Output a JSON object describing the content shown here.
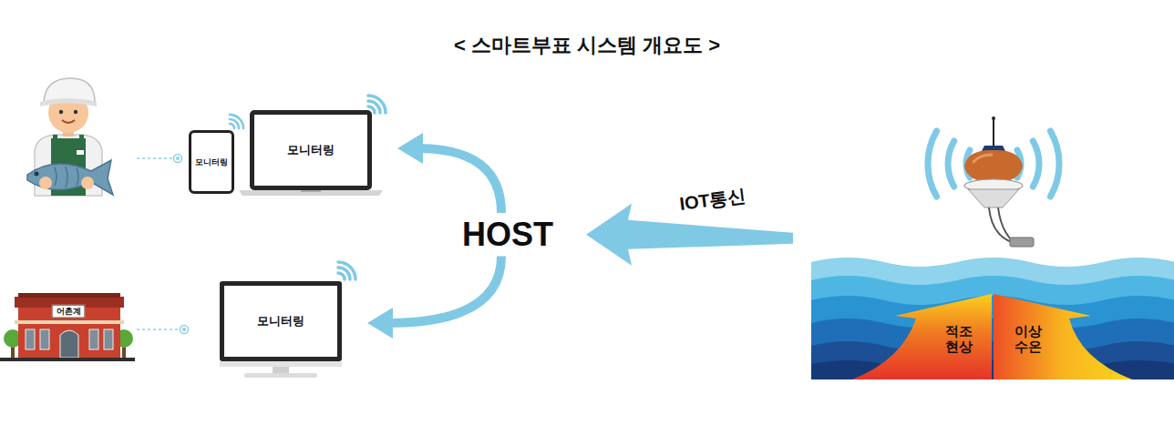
{
  "diagram": {
    "title": "< 스마트부표 시스템 개요도 >",
    "nodes": [
      {
        "text": [
          "모니터링"
        ]
      },
      {
        "text": [
          "모니터링"
        ]
      },
      {
        "text": [
          "HOST"
        ]
      },
      {
        "text": [
          "어촌계"
        ]
      },
      {
        "text": [
          "모니터링"
        ]
      },
      {
        "text": [
          "적조 현상",
          "이상 수온"
        ]
      }
    ],
    "edges": [
      {
        "from": 2,
        "to": 1,
        "arrow": "to"
      },
      {
        "from": 2,
        "to": 4,
        "arrow": "to"
      },
      {
        "from": 5,
        "to": 2,
        "label": "IOT통신",
        "arrow": "to"
      },
      {
        "from": 3,
        "to": 4,
        "arrow": "none"
      }
    ]
  }
}
